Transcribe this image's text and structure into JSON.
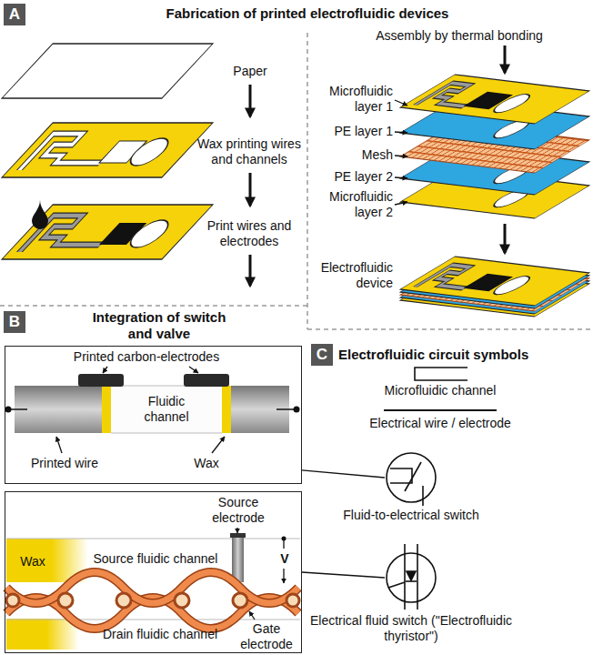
{
  "diagram": {
    "nodes": [
      {
        "text": [
          "A"
        ]
      },
      {
        "text": [
          "B"
        ]
      },
      {
        "text": [
          "Printed carbon-electrodes",
          "Fluidic channel",
          "Printed wire",
          "Wax"
        ]
      },
      {
        "text": [
          "Source electrode",
          "Wax",
          "Source fluidic channel",
          "V",
          "Drain fluidic channel",
          "Gate electrode"
        ]
      },
      {
        "text": [
          "C"
        ]
      },
      {
        "text": [
          "Fluid-to-electrical switch"
        ]
      },
      {
        "text": [
          "Electrical fluid switch (\"Electrofluidic thyristor\")"
        ]
      }
    ],
    "edges": [
      {
        "from": 2,
        "to": 5,
        "arrow": "none"
      },
      {
        "from": 3,
        "to": 6,
        "arrow": "none"
      }
    ],
    "labels": [
      "Fabrication of printed electrofluidic devices",
      "Paper",
      "Wax printing wires and channels",
      "Print wires and electrodes",
      "Assembly by thermal bonding",
      "Microfluidic layer 1",
      "PE layer 1",
      "Mesh",
      "PE layer 2",
      "Microfluidic layer 2",
      "Electrofluidic device",
      "Integration of switch and valve",
      "Electrofluidic circuit symbols",
      "Microfluidic channel",
      "Electrical wire / electrode"
    ]
  }
}
